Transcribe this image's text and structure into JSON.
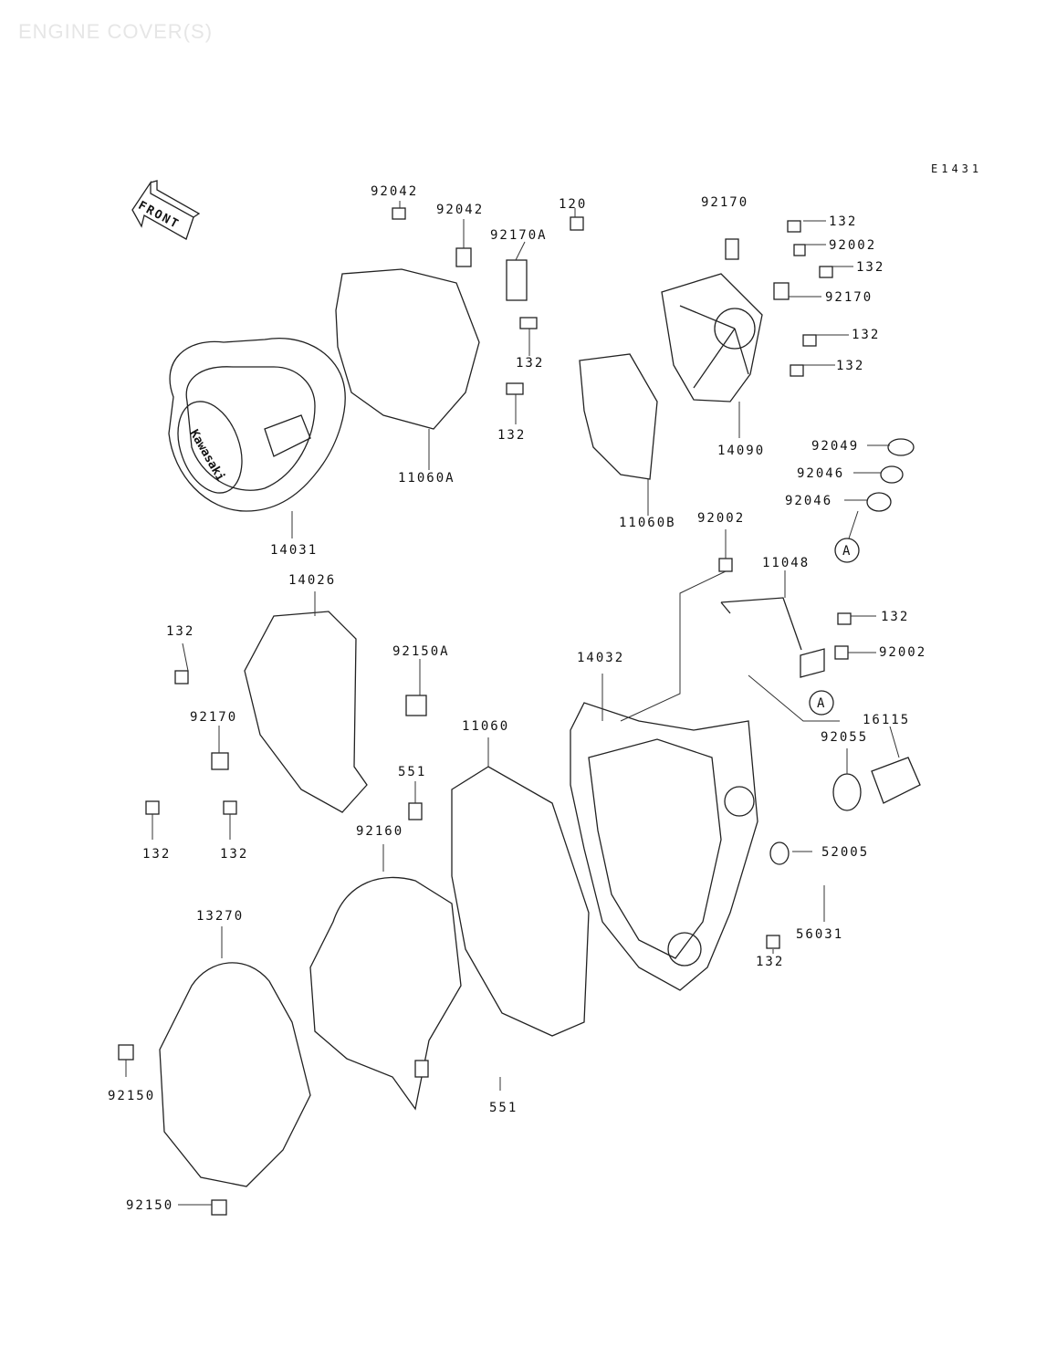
{
  "title": "ENGINE COVER(S)",
  "diagram_code": "E1431",
  "front_label": "FRONT",
  "callouts": [
    {
      "label": "92042"
    },
    {
      "label": "92042"
    },
    {
      "label": "92170A"
    },
    {
      "label": "120"
    },
    {
      "label": "92170"
    },
    {
      "label": "132"
    },
    {
      "label": "92002"
    },
    {
      "label": "132"
    },
    {
      "label": "92170"
    },
    {
      "label": "132"
    },
    {
      "label": "132"
    },
    {
      "label": "132"
    },
    {
      "label": "132"
    },
    {
      "label": "14090"
    },
    {
      "label": "11060A"
    },
    {
      "label": "14031"
    },
    {
      "label": "11060B"
    },
    {
      "label": "92049"
    },
    {
      "label": "92046"
    },
    {
      "label": "92046"
    },
    {
      "label": "A"
    },
    {
      "label": "92002"
    },
    {
      "label": "11048"
    },
    {
      "label": "132"
    },
    {
      "label": "92002"
    },
    {
      "label": "14026"
    },
    {
      "label": "132"
    },
    {
      "label": "92150A"
    },
    {
      "label": "14032"
    },
    {
      "label": "A"
    },
    {
      "label": "16115"
    },
    {
      "label": "92055"
    },
    {
      "label": "11060"
    },
    {
      "label": "92170"
    },
    {
      "label": "551"
    },
    {
      "label": "132"
    },
    {
      "label": "132"
    },
    {
      "label": "52005"
    },
    {
      "label": "92160"
    },
    {
      "label": "13270"
    },
    {
      "label": "56031"
    },
    {
      "label": "132"
    },
    {
      "label": "92150"
    },
    {
      "label": "551"
    },
    {
      "label": "92150"
    }
  ]
}
